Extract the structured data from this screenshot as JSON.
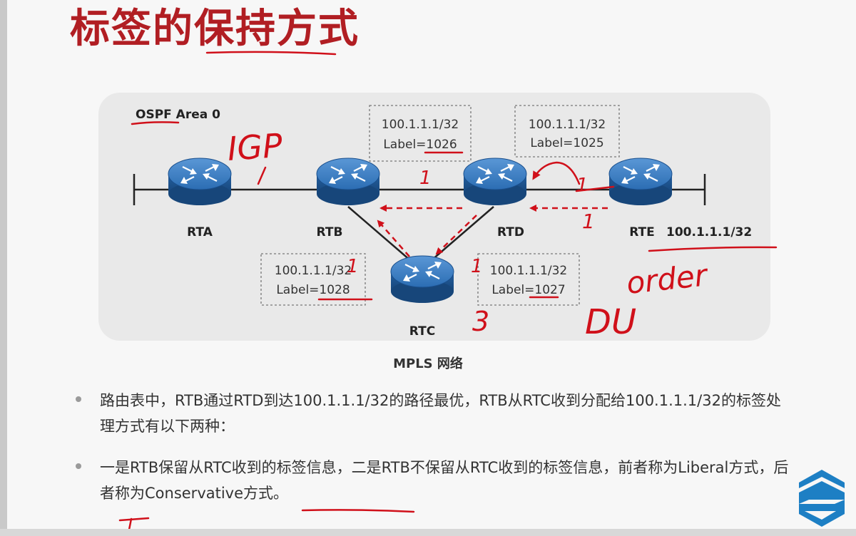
{
  "title": "标签的保持方式",
  "diagram": {
    "area_label": "OSPF Area 0",
    "caption": "MPLS 网络",
    "routers": [
      {
        "name": "RTA"
      },
      {
        "name": "RTB"
      },
      {
        "name": "RTC"
      },
      {
        "name": "RTD"
      },
      {
        "name": "RTE"
      }
    ],
    "rte_prefix": "100.1.1.1/32",
    "label_boxes": [
      {
        "prefix": "100.1.1.1/32",
        "label": "Label=1026"
      },
      {
        "prefix": "100.1.1.1/32",
        "label": "Label=1025"
      },
      {
        "prefix": "100.1.1.1/32",
        "label": "Label=1028"
      },
      {
        "prefix": "100.1.1.1/32",
        "label": "Label=1027"
      }
    ]
  },
  "handwriting": {
    "igp": "IGP",
    "order": "order",
    "du": "DU",
    "one_a": "1",
    "one_b": "1",
    "one_c": "1",
    "one_d": "1",
    "two": "1",
    "three": "3"
  },
  "bullets": [
    "路由表中，RTB通过RTD到达100.1.1.1/32的路径最优，RTB从RTC收到分配给100.1.1.1/32的标签处理方式有以下两种：",
    "一是RTB保留从RTC收到的标签信息，二是RTB不保留从RTC收到的标签信息，前者称为Liberal方式，后者称为Conservative方式。"
  ],
  "colors": {
    "title": "#b11e23",
    "ink": "#d0101a",
    "router_body": "#1f5fa8",
    "logo": "#1d7fc4"
  }
}
